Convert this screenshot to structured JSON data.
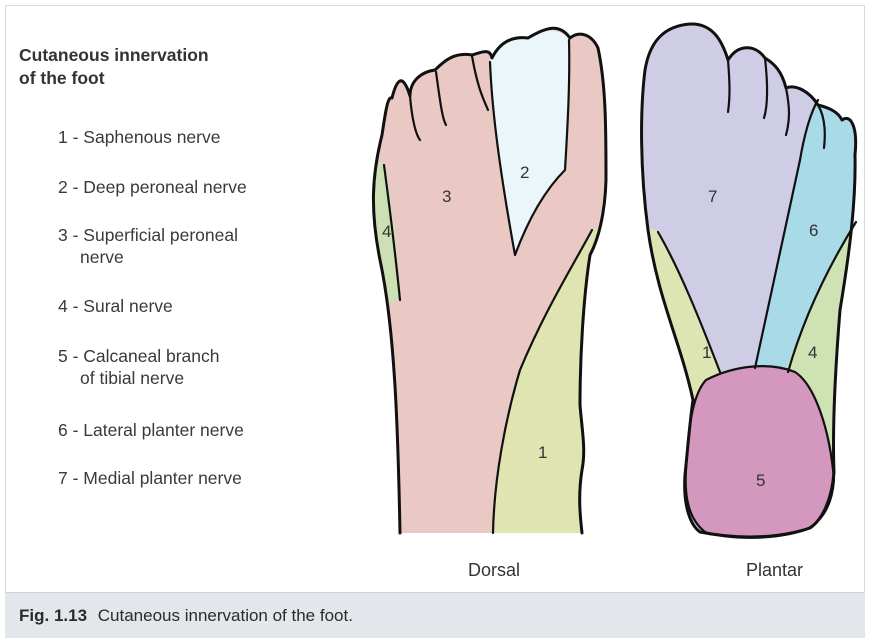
{
  "legend": {
    "title_line1": "Cutaneous innervation",
    "title_line2": "of the foot",
    "items": [
      {
        "line1": "1 - Saphenous nerve",
        "line2": ""
      },
      {
        "line1": "2 - Deep peroneal nerve",
        "line2": ""
      },
      {
        "line1": "3 - Superficial peroneal",
        "line2": "nerve"
      },
      {
        "line1": "4 - Sural nerve",
        "line2": ""
      },
      {
        "line1": "5 - Calcaneal branch",
        "line2": "of tibial nerve"
      },
      {
        "line1": "6 - Lateral planter nerve",
        "line2": ""
      },
      {
        "line1": "7 - Medial planter nerve",
        "line2": ""
      }
    ]
  },
  "views": {
    "dorsal": {
      "label": "Dorsal",
      "regions": [
        {
          "number": "1",
          "color": "#dfe4b0"
        },
        {
          "number": "2",
          "color": "#eaf6f9"
        },
        {
          "number": "3",
          "color": "#eac9c4"
        },
        {
          "number": "4",
          "color": "#cce0b4"
        }
      ]
    },
    "plantar": {
      "label": "Plantar",
      "regions": [
        {
          "number": "1",
          "color": "#dde6b2"
        },
        {
          "number": "4",
          "color": "#cfe2b4"
        },
        {
          "number": "5",
          "color": "#d497bd"
        },
        {
          "number": "6",
          "color": "#a8dae8"
        },
        {
          "number": "7",
          "color": "#cfcde6"
        }
      ]
    }
  },
  "caption": {
    "fig_label": "Fig. 1.13",
    "text": "Cutaneous innervation of the foot."
  }
}
